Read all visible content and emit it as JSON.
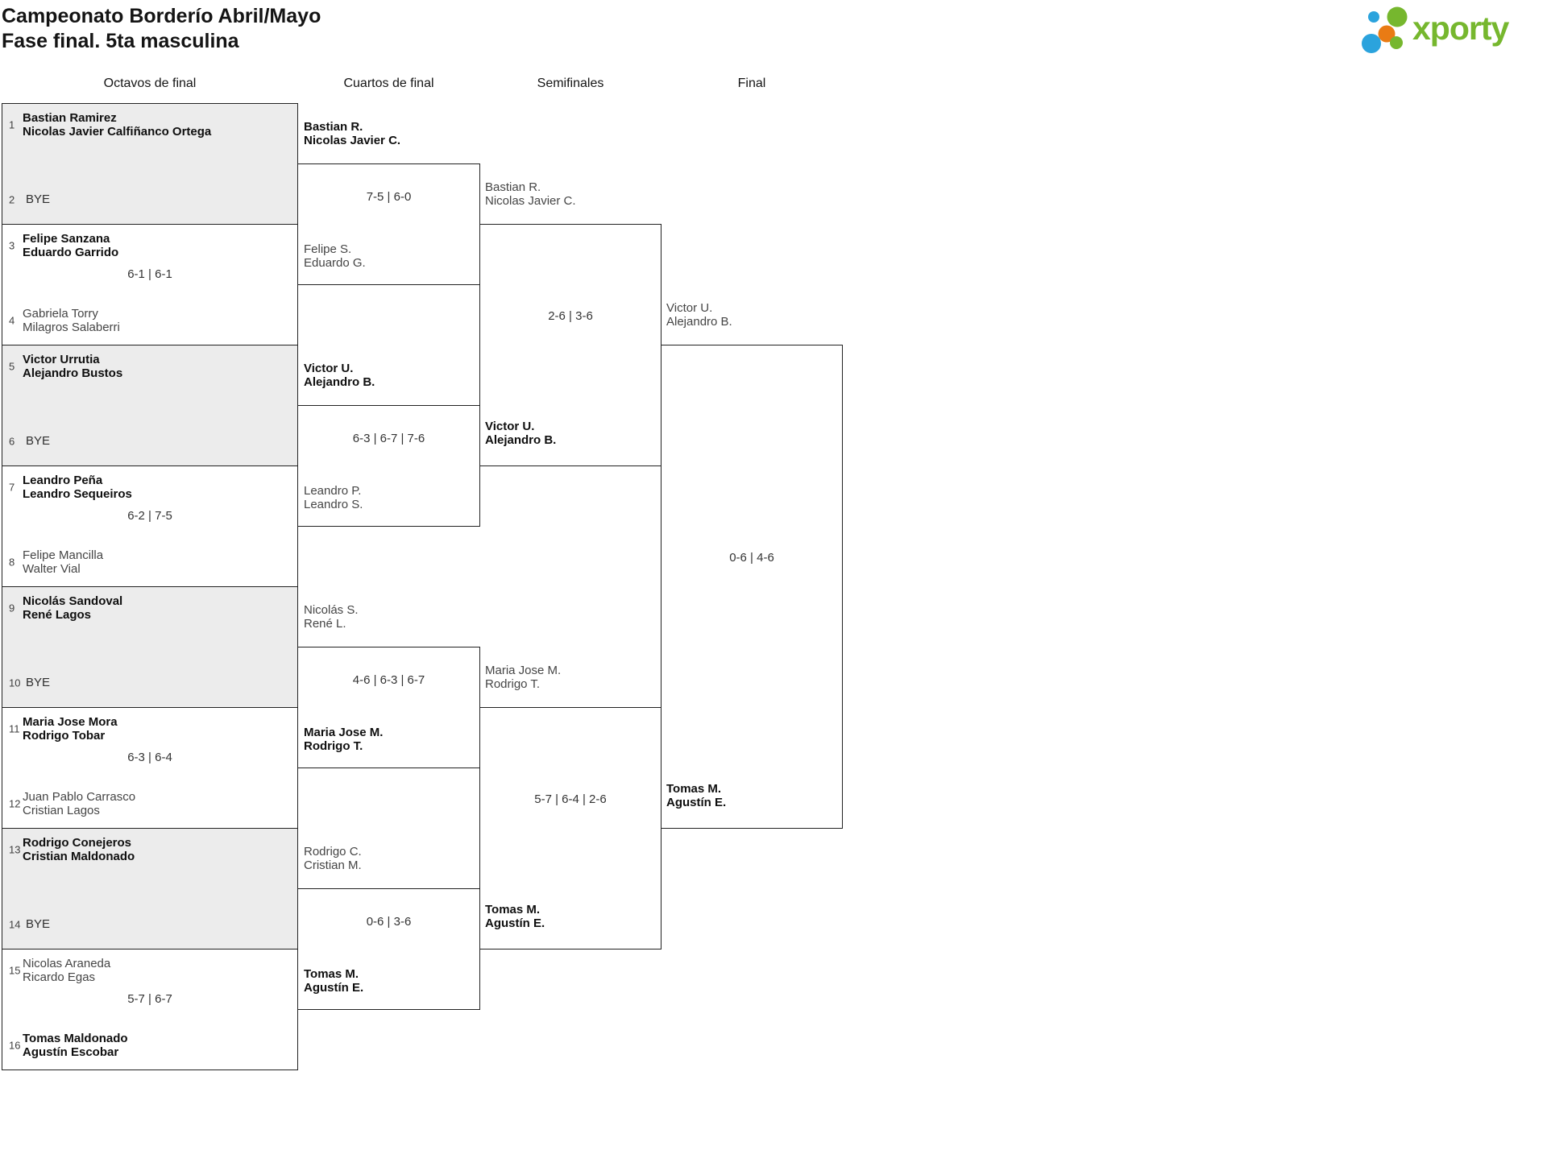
{
  "header": {
    "title_line1": "Campeonato Borderío Abril/Mayo",
    "title_line2": "Fase final. 5ta masculina",
    "logo_text": "xporty"
  },
  "colors": {
    "logo_green": "#76b72e",
    "logo_blue": "#2ba3dd",
    "logo_orange": "#e97b14",
    "bye_bg": "#ececec",
    "border": "#222222"
  },
  "round_labels": [
    "Octavos de final",
    "Cuartos de final",
    "Semifinales",
    "Final"
  ],
  "round_of_16": [
    {
      "seed_top": "1",
      "team_top": [
        "Bastian Ramirez",
        "Nicolas Javier Calfiñanco Ortega"
      ],
      "seed_bottom": "2",
      "bye_label": "BYE"
    },
    {
      "seed_top": "3",
      "team_top": [
        "Felipe Sanzana",
        "Eduardo Garrido"
      ],
      "seed_bottom": "4",
      "team_bottom": [
        "Gabriela Torry",
        "Milagros Salaberri"
      ],
      "score": "6-1 | 6-1"
    },
    {
      "seed_top": "5",
      "team_top": [
        "Victor Urrutia",
        "Alejandro Bustos"
      ],
      "seed_bottom": "6",
      "bye_label": "BYE"
    },
    {
      "seed_top": "7",
      "team_top": [
        "Leandro Peña",
        "Leandro Sequeiros"
      ],
      "seed_bottom": "8",
      "team_bottom": [
        "Felipe Mancilla",
        "Walter Vial"
      ],
      "score": "6-2 | 7-5"
    },
    {
      "seed_top": "9",
      "team_top": [
        "Nicolás Sandoval",
        "René Lagos"
      ],
      "seed_bottom": "10",
      "bye_label": "BYE"
    },
    {
      "seed_top": "11",
      "team_top": [
        "Maria Jose Mora",
        "Rodrigo Tobar"
      ],
      "seed_bottom": "12",
      "team_bottom": [
        "Juan Pablo Carrasco",
        "Cristian Lagos"
      ],
      "score": "6-3 | 6-4"
    },
    {
      "seed_top": "13",
      "team_top": [
        "Rodrigo Conejeros",
        "Cristian Maldonado"
      ],
      "seed_bottom": "14",
      "bye_label": "BYE"
    },
    {
      "seed_top": "15",
      "team_top": [
        "Nicolas Araneda",
        "Ricardo Egas"
      ],
      "seed_bottom": "16",
      "team_bottom": [
        "Tomas Maldonado",
        "Agustín Escobar"
      ],
      "score": "5-7 | 6-7"
    }
  ],
  "quarterfinals": [
    {
      "team_top": [
        "Bastian R.",
        "Nicolas Javier C."
      ],
      "team_bottom": [
        "Felipe S.",
        "Eduardo G."
      ],
      "score": "7-5 | 6-0"
    },
    {
      "team_top": [
        "Victor U.",
        "Alejandro B."
      ],
      "team_bottom": [
        "Leandro P.",
        "Leandro S."
      ],
      "score": "6-3 | 6-7 | 7-6"
    },
    {
      "team_top": [
        "Nicolás S.",
        "René L."
      ],
      "team_bottom": [
        "Maria Jose M.",
        "Rodrigo T."
      ],
      "score": "4-6 | 6-3 | 6-7"
    },
    {
      "team_top": [
        "Rodrigo C.",
        "Cristian M."
      ],
      "team_bottom": [
        "Tomas M.",
        "Agustín E."
      ],
      "score": "0-6 | 3-6"
    }
  ],
  "semifinals": [
    {
      "team_top": [
        "Bastian R.",
        "Nicolas Javier C."
      ],
      "team_bottom": [
        "Victor U.",
        "Alejandro B."
      ],
      "score": "2-6 | 3-6"
    },
    {
      "team_top": [
        "Maria Jose M.",
        "Rodrigo T."
      ],
      "team_bottom": [
        "Tomas M.",
        "Agustín E."
      ],
      "score": "5-7 | 6-4 | 2-6"
    }
  ],
  "final": {
    "team_top": [
      "Victor U.",
      "Alejandro B."
    ],
    "team_bottom": [
      "Tomas M.",
      "Agustín E."
    ],
    "score": "0-6 | 4-6"
  }
}
